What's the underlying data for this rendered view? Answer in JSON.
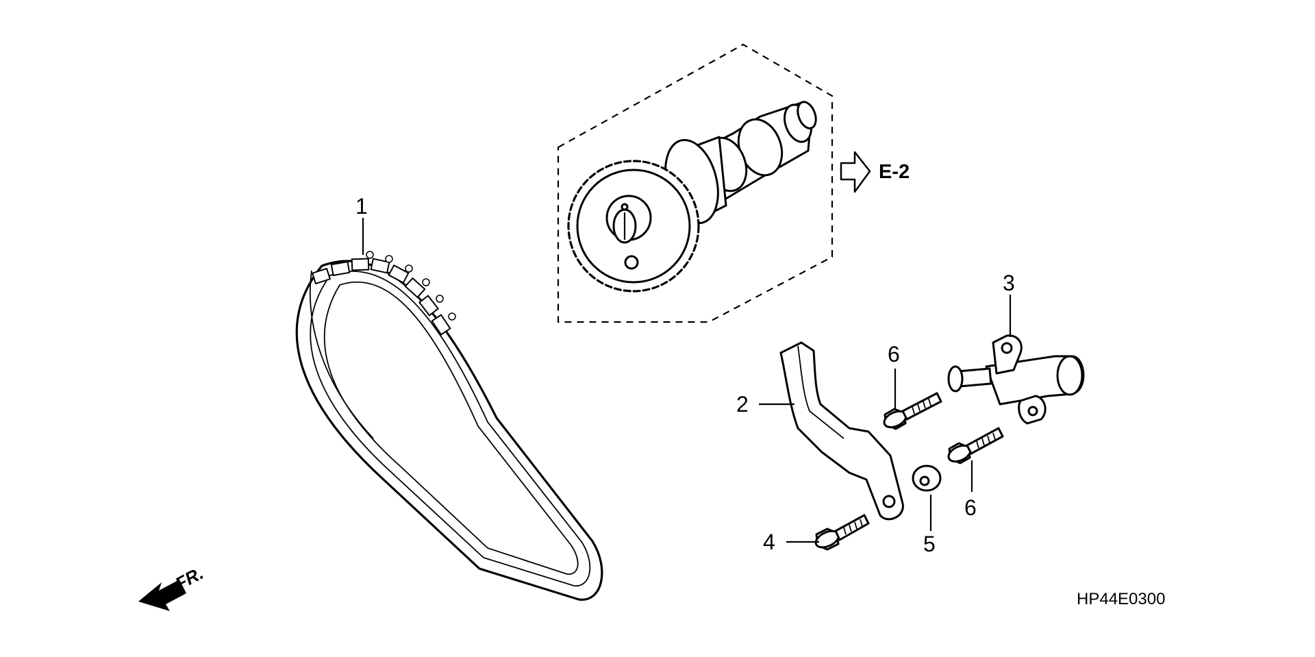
{
  "diagram": {
    "drawing_code": "HP44E0300",
    "reference_arrow_label": "E-2",
    "front_indicator_label": "FR.",
    "callouts": [
      {
        "id": "1",
        "label": "1"
      },
      {
        "id": "2",
        "label": "2"
      },
      {
        "id": "3",
        "label": "3"
      },
      {
        "id": "4",
        "label": "4"
      },
      {
        "id": "5",
        "label": "5"
      },
      {
        "id": "6a",
        "label": "6"
      },
      {
        "id": "6b",
        "label": "6"
      }
    ]
  }
}
